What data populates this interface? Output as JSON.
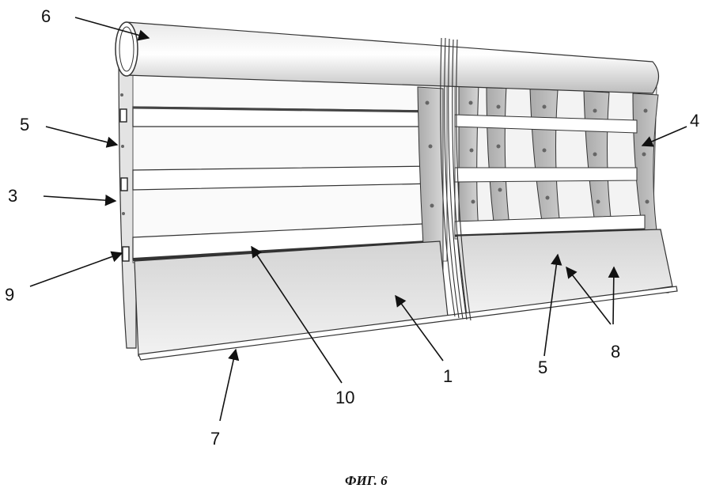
{
  "labels": {
    "l6": "6",
    "l5a": "5",
    "l3": "3",
    "l9": "9",
    "l4": "4",
    "l10": "10",
    "l1": "1",
    "l5b": "5",
    "l8": "8",
    "l7": "7"
  },
  "caption": "ФИГ. 6"
}
